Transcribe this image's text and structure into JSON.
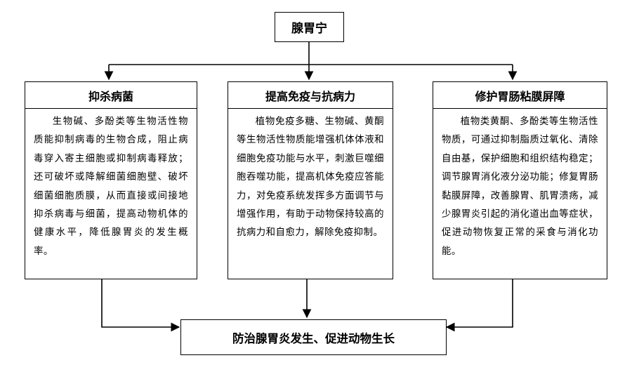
{
  "top": {
    "title": "腺胃宁"
  },
  "columns": [
    {
      "heading": "抑杀病菌",
      "text": "生物碱、多酚类等生物活性物质能抑制病毒的生物合成，阻止病毒穿入寄主细胞或抑制病毒释放；还可破坏或降解细菌细胞壁、破坏细菌细胞质膜，从而直接或间接地抑杀病毒与细菌，提高动物机体的健康水平，降低腺胃炎的发生概率。"
    },
    {
      "heading": "提高免疫与抗病力",
      "text": "植物免疫多糖、生物碱、黄酮等生物活性物质能增强机体体液和细胞免疫功能与水平，刺激巨噬细胞吞噬功能，提高机体免疫应答能力，对免疫系统发挥多方面调节与增强作用，有助于动物保持较高的抗病力和自愈力，解除免疫抑制。"
    },
    {
      "heading": "修护胃肠粘膜屏障",
      "text": "植物类黄酮、多酚类等生物活性物质，可通过抑制脂质过氧化、清除自由基，保护细胞和组织结构稳定；调节腺胃消化液分泌功能；修复胃肠黏膜屏障，改善腺胃、肌胃溃疡，减少腺胃炎引起的消化道出血等症状，促进动物恢复正常的采食与消化功能。"
    }
  ],
  "bottom": {
    "title": "防治腺胃炎发生、促进动物生长"
  }
}
